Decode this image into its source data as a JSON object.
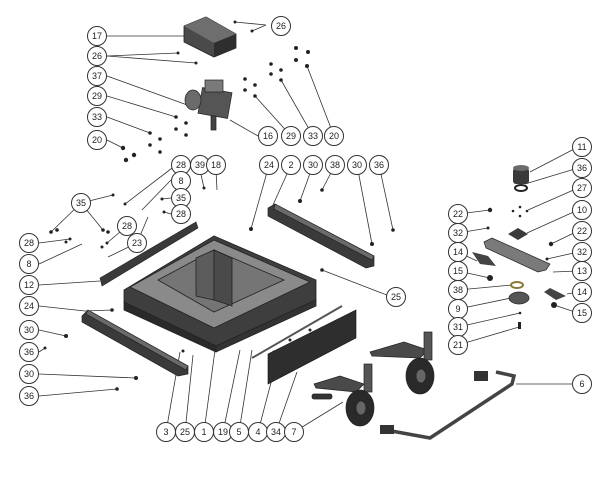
{
  "diagram": {
    "type": "exploded-parts-diagram",
    "colors": {
      "part_dark": "#3a3a3a",
      "part_mid": "#6b6b6b",
      "part_light": "#9a9a9a",
      "leader": "#333333",
      "background": "#ffffff"
    },
    "callouts": [
      {
        "id": "c17",
        "label": "17"
      },
      {
        "id": "c26a",
        "label": "26"
      },
      {
        "id": "c26b",
        "label": "26"
      },
      {
        "id": "c37",
        "label": "37"
      },
      {
        "id": "c29a",
        "label": "29"
      },
      {
        "id": "c33a",
        "label": "33"
      },
      {
        "id": "c20a",
        "label": "20"
      },
      {
        "id": "c16",
        "label": "16"
      },
      {
        "id": "c29b",
        "label": "29"
      },
      {
        "id": "c33b",
        "label": "33"
      },
      {
        "id": "c20b",
        "label": "20"
      },
      {
        "id": "c28a",
        "label": "28"
      },
      {
        "id": "c39",
        "label": "39"
      },
      {
        "id": "c18",
        "label": "18"
      },
      {
        "id": "c8a",
        "label": "8"
      },
      {
        "id": "c35a",
        "label": "35"
      },
      {
        "id": "c35b",
        "label": "35"
      },
      {
        "id": "c28b",
        "label": "28"
      },
      {
        "id": "c28c",
        "label": "28"
      },
      {
        "id": "c23",
        "label": "23"
      },
      {
        "id": "c28d",
        "label": "28"
      },
      {
        "id": "c8b",
        "label": "8"
      },
      {
        "id": "c12",
        "label": "12"
      },
      {
        "id": "c24a",
        "label": "24"
      },
      {
        "id": "c2",
        "label": "2"
      },
      {
        "id": "c30a",
        "label": "30"
      },
      {
        "id": "c38a",
        "label": "38"
      },
      {
        "id": "c30b",
        "label": "30"
      },
      {
        "id": "c36a",
        "label": "36"
      },
      {
        "id": "c24b",
        "label": "24"
      },
      {
        "id": "c30c",
        "label": "30"
      },
      {
        "id": "c36b",
        "label": "36"
      },
      {
        "id": "c30d",
        "label": "30"
      },
      {
        "id": "c36c",
        "label": "36"
      },
      {
        "id": "c11",
        "label": "11"
      },
      {
        "id": "c36d",
        "label": "36"
      },
      {
        "id": "c27",
        "label": "27"
      },
      {
        "id": "c22a",
        "label": "22"
      },
      {
        "id": "c10",
        "label": "10"
      },
      {
        "id": "c32a",
        "label": "32"
      },
      {
        "id": "c22b",
        "label": "22"
      },
      {
        "id": "c14a",
        "label": "14"
      },
      {
        "id": "c32b",
        "label": "32"
      },
      {
        "id": "c15a",
        "label": "15"
      },
      {
        "id": "c13",
        "label": "13"
      },
      {
        "id": "c38b",
        "label": "38"
      },
      {
        "id": "c14b",
        "label": "14"
      },
      {
        "id": "c9",
        "label": "9"
      },
      {
        "id": "c15b",
        "label": "15"
      },
      {
        "id": "c31",
        "label": "31"
      },
      {
        "id": "c21",
        "label": "21"
      },
      {
        "id": "c25a",
        "label": "25"
      },
      {
        "id": "c6",
        "label": "6"
      },
      {
        "id": "c3",
        "label": "3"
      },
      {
        "id": "c25b",
        "label": "25"
      },
      {
        "id": "c1",
        "label": "1"
      },
      {
        "id": "c19",
        "label": "19"
      },
      {
        "id": "c5",
        "label": "5"
      },
      {
        "id": "c4",
        "label": "4"
      },
      {
        "id": "c34",
        "label": "34"
      },
      {
        "id": "c7",
        "label": "7"
      }
    ],
    "parts": [
      "motor-cover",
      "motor-assembly",
      "base-frame",
      "side-rail-left",
      "side-rail-right",
      "front-rail",
      "back-panel",
      "caster-wheel-front",
      "caster-wheel-rear",
      "tow-handle",
      "bushing",
      "washer",
      "plate",
      "arm-bar",
      "bracket",
      "disc"
    ]
  }
}
